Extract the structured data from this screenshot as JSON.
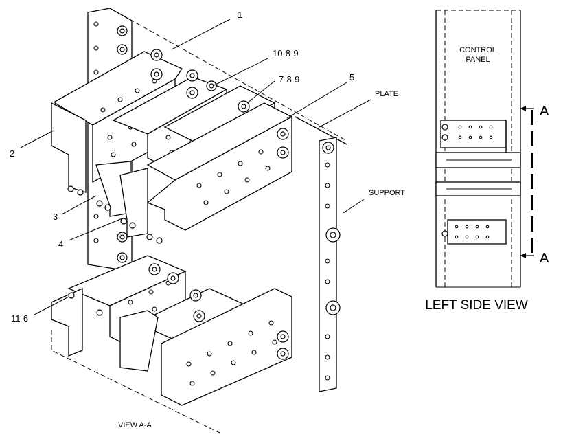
{
  "callouts": {
    "c1": "1",
    "c10_8_9": "10-8-9",
    "c7_8_9": "7-8-9",
    "c5": "5",
    "plate": "PLATE",
    "c2": "2",
    "support": "SUPPORT",
    "c3": "3",
    "c4": "4",
    "c11_6": "11-6"
  },
  "view_aa": "VIEW A-A",
  "side_view": {
    "control_panel_line1": "CONTROL",
    "control_panel_line2": "PANEL",
    "section_top": "A",
    "section_bottom": "A",
    "caption": "LEFT SIDE VIEW"
  }
}
